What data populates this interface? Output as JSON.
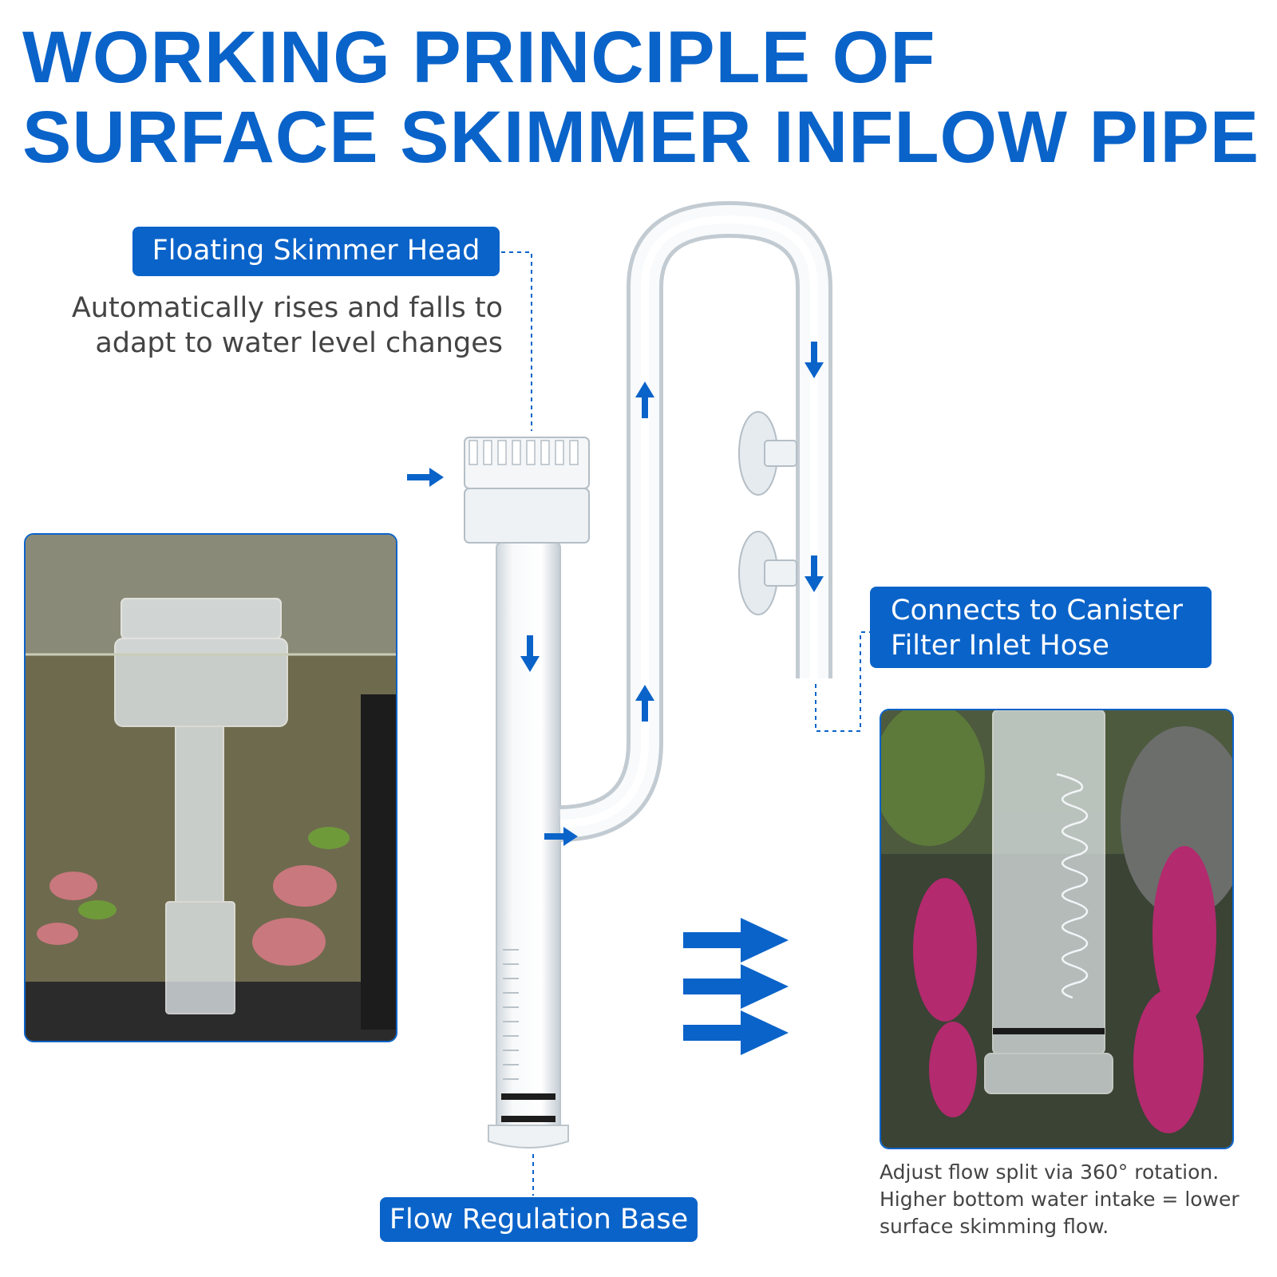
{
  "header": {
    "title_line1": "WORKING PRINCIPLE OF",
    "title_line2": "SURFACE SKIMMER INFLOW PIPE"
  },
  "callouts": {
    "skimmer_head": {
      "label": "Floating Skimmer Head",
      "description_line1": "Automatically rises and falls to",
      "description_line2": "adapt to water level changes"
    },
    "canister": {
      "label_line1": "Connects to Canister",
      "label_line2": "Filter Inlet Hose"
    },
    "base": {
      "label": "Flow Regulation Base"
    },
    "flow_note": {
      "line1": "Adjust flow split via 360° rotation.",
      "line2": "Higher bottom water intake = lower",
      "line3": "surface skimming flow."
    }
  },
  "colors": {
    "accent": "#0a63c9",
    "text": "#444444"
  }
}
